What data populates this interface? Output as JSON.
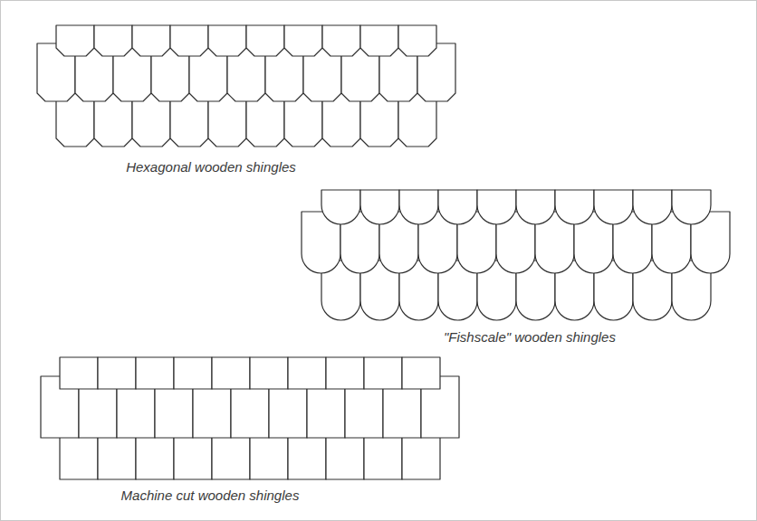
{
  "diagram": {
    "labels": [
      "Hexagonal wooden shingles",
      "\"Fishscale\" wooden shingles",
      "Machine cut wooden shingles"
    ]
  }
}
